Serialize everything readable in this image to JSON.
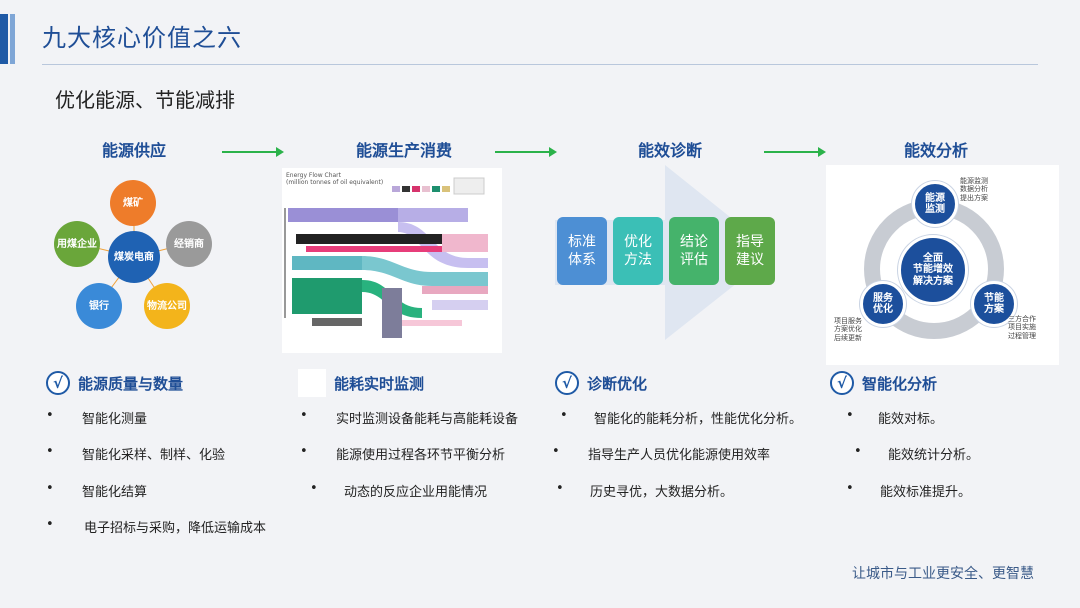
{
  "header": {
    "title": "九大核心价值之六",
    "subtitle": "优化能源、节能减排"
  },
  "stages": [
    {
      "label": "能源供应"
    },
    {
      "label": "能源生产消费"
    },
    {
      "label": "能效诊断"
    },
    {
      "label": "能效分析"
    }
  ],
  "supply_diagram": {
    "center": "煤炭电商",
    "nodes": [
      "煤矿",
      "经销商",
      "物流公司",
      "银行",
      "用煤企业"
    ],
    "colors": {
      "center": "#1f62b3",
      "orange": "#ee7c2a",
      "gray": "#9a9a9a",
      "yellow": "#f3b41b",
      "blue": "#3a8ad8",
      "green": "#6aa63a"
    }
  },
  "flow_chart_image": {
    "title_line1": "Energy Flow Chart",
    "title_line2": "(million tonnes of oil equivalent)"
  },
  "diagnosis_diagram": {
    "boxes": [
      {
        "line1": "标准",
        "line2": "体系",
        "color": "#4d8fd4"
      },
      {
        "line1": "优化",
        "line2": "方法",
        "color": "#3bbfb6"
      },
      {
        "line1": "结论",
        "line2": "评估",
        "color": "#45b36b"
      },
      {
        "line1": "指导",
        "line2": "建议",
        "color": "#5ea94a"
      }
    ]
  },
  "analysis_diagram": {
    "center_line1": "全面",
    "center_line2": "节能增效",
    "center_line3": "解决方案",
    "node_top_1": "能源",
    "node_top_2": "监测",
    "node_right_1": "节能",
    "node_right_2": "方案",
    "node_left_1": "服务",
    "node_left_2": "优化",
    "note_top": [
      "能源监测",
      "数据分析",
      "提出方案"
    ],
    "note_right": [
      "三方合作",
      "项目实施",
      "过程管理"
    ],
    "note_left": [
      "项目服务",
      "方案优化",
      "后续更新"
    ]
  },
  "features": [
    {
      "title": "能源质量与数量",
      "icon": "check-icon",
      "items": [
        "智能化测量",
        "智能化采样、制样、化验",
        "智能化结算",
        "电子招标与采购，降低运输成本"
      ]
    },
    {
      "title": "能耗实时监测",
      "icon": "blank-square",
      "items": [
        "实时监测设备能耗与高能耗设备",
        "能源使用过程各环节平衡分析",
        "动态的反应企业用能情况"
      ]
    },
    {
      "title": "诊断优化",
      "icon": "check-icon",
      "items": [
        "智能化的能耗分析，性能优化分析。",
        "指导生产人员优化能源使用效率",
        "历史寻优，大数据分析。"
      ]
    },
    {
      "title": "智能化分析",
      "icon": "check-icon",
      "items": [
        "能效对标。",
        "能效统计分析。",
        "能效标准提升。"
      ]
    }
  ],
  "bullet_char": "•",
  "check_char": "√",
  "slogan": "让城市与工业更安全、更智慧"
}
